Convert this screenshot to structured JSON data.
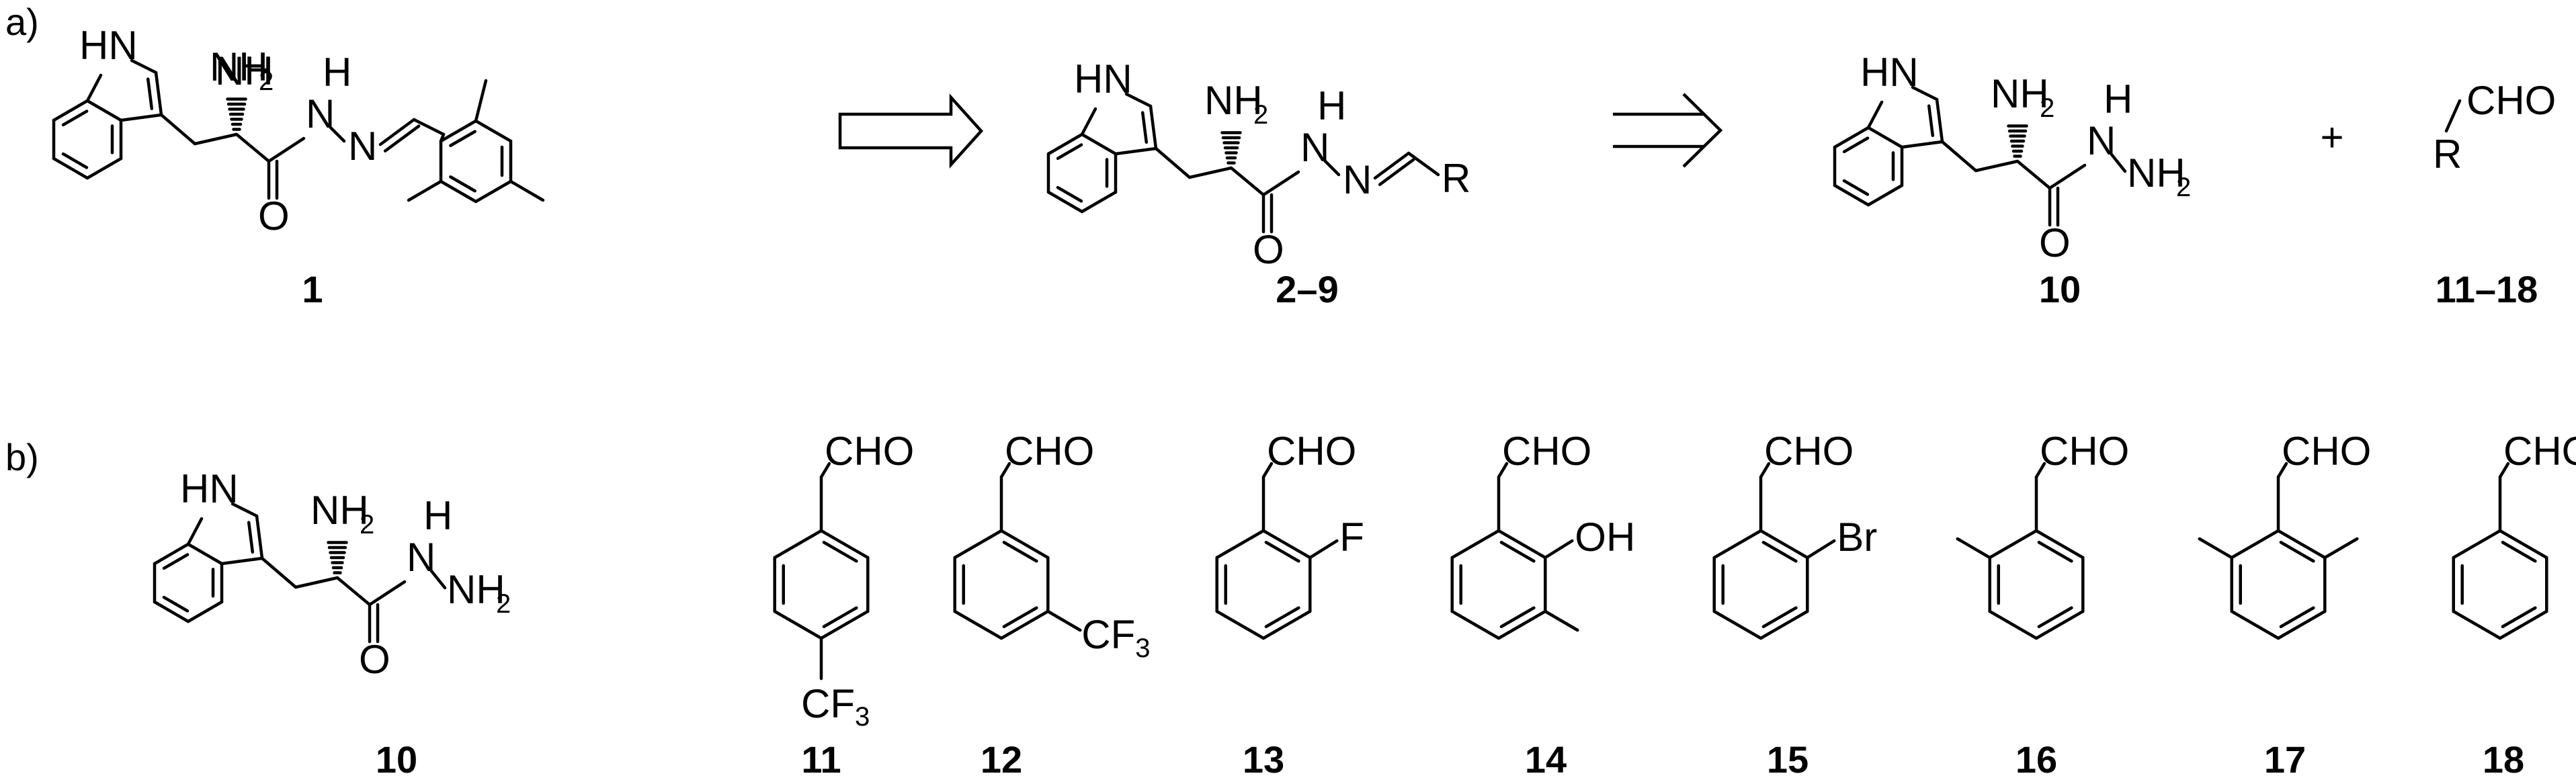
{
  "panel_a_label": "a)",
  "panel_b_label": "b)",
  "compounds_a": [
    {
      "label": "1"
    },
    {
      "label": "2–9"
    },
    {
      "label": "10"
    },
    {
      "label": "11–18"
    }
  ],
  "compounds_b": [
    {
      "label": "10"
    },
    {
      "label": "11"
    },
    {
      "label": "12"
    },
    {
      "label": "13"
    },
    {
      "label": "14"
    },
    {
      "label": "15"
    },
    {
      "label": "16"
    },
    {
      "label": "17"
    },
    {
      "label": "18"
    }
  ],
  "atoms": {
    "HN": "HN",
    "NH": "NH",
    "N": "N",
    "H": "H",
    "O": "O",
    "R": "R",
    "F": "F",
    "OH": "OH",
    "Br": "Br",
    "CHO": "CHO",
    "CF": "CF",
    "sub_2": "2",
    "sub_3": "3"
  },
  "plus_sign": "+"
}
